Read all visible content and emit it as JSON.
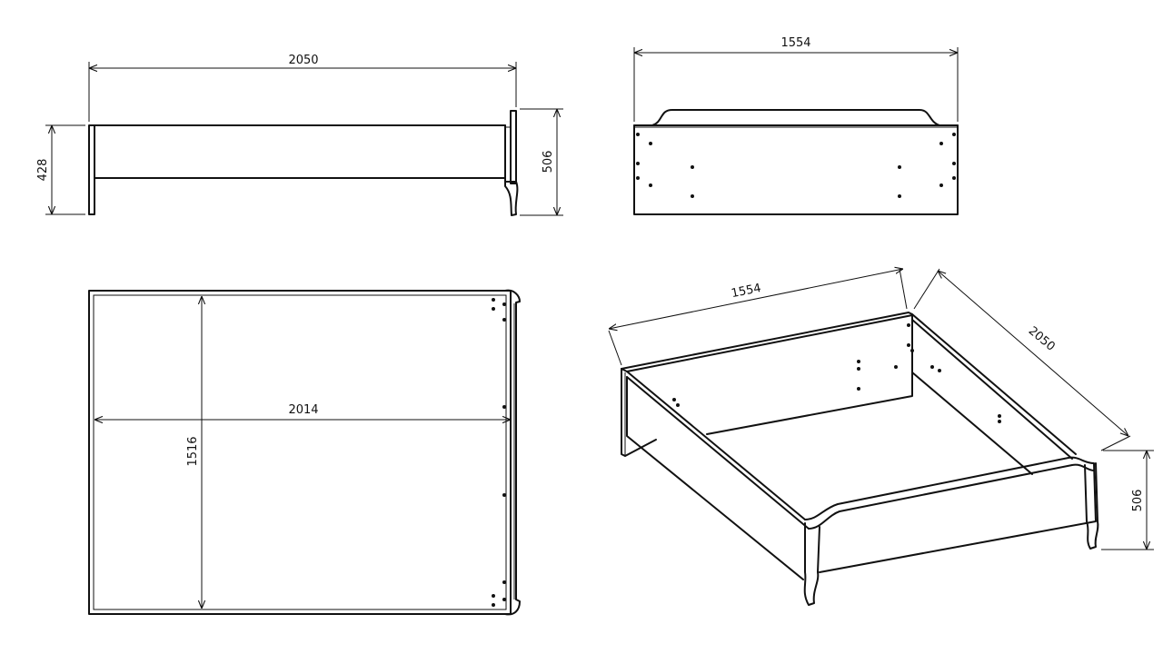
{
  "colors": {
    "line": "#111111",
    "background": "#ffffff"
  },
  "views": {
    "side": {
      "length_label": "2050",
      "frame_height_label": "428",
      "total_height_label": "506"
    },
    "end": {
      "width_label": "1554"
    },
    "top": {
      "inner_length_label": "2014",
      "inner_width_label": "1516"
    },
    "iso": {
      "width_label": "1554",
      "length_label": "2050",
      "height_label": "506"
    }
  }
}
